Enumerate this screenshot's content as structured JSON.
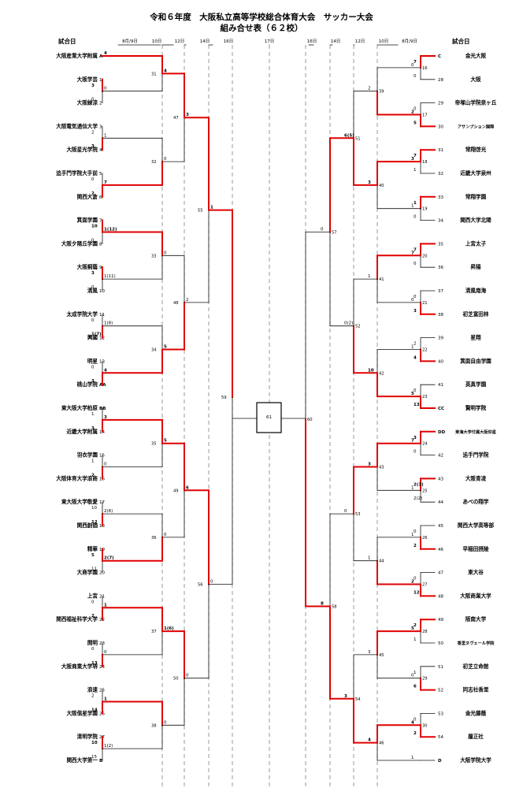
{
  "title": "令和６年度　大阪私立高等学校総合体育大会　サッカー大会",
  "subtitle": "組み合せ表（６２校）",
  "header_left": "試合日",
  "header_right": "試合日",
  "dates_left": [
    "8月/9日",
    "10日",
    "12日",
    "14日",
    "16日"
  ],
  "date_center": "17日",
  "dates_right": [
    "16日",
    "14日",
    "12日",
    "10日",
    "8月/9日"
  ],
  "final_match_no": "61",
  "colors": {
    "line": "#111111",
    "winner": "#e00000"
  },
  "left_teams": [
    {
      "seed": "A",
      "name": "大阪産業大学附属"
    },
    {
      "seed": "1",
      "name": "大阪学芸"
    },
    {
      "seed": "2",
      "name": "大阪緑涼"
    },
    {
      "seed": "3",
      "name": "大阪電気通信大学"
    },
    {
      "seed": "4",
      "name": "大阪星光学院"
    },
    {
      "seed": "5",
      "name": "追手門学院大手前"
    },
    {
      "seed": "6",
      "name": "関西大倉"
    },
    {
      "seed": "7",
      "name": "箕面学園"
    },
    {
      "seed": "8",
      "name": "大阪夕陽丘学園"
    },
    {
      "seed": "9",
      "name": "大阪桐蔭"
    },
    {
      "seed": "10",
      "name": "清風"
    },
    {
      "seed": "11",
      "name": "太成学院大学"
    },
    {
      "seed": "12",
      "name": "興國"
    },
    {
      "seed": "13",
      "name": "明星"
    },
    {
      "seed": "AA",
      "name": "桃山学院"
    },
    {
      "seed": "BB",
      "name": "東大阪大学柏原"
    },
    {
      "seed": "14",
      "name": "近畿大学附属"
    },
    {
      "seed": "15",
      "name": "羽衣学園"
    },
    {
      "seed": "16",
      "name": "大阪体育大学浪商"
    },
    {
      "seed": "17",
      "name": "東大阪大学敬愛"
    },
    {
      "seed": "18",
      "name": "関西創価"
    },
    {
      "seed": "19",
      "name": "精華"
    },
    {
      "seed": "20",
      "name": "大商学園"
    },
    {
      "seed": "21",
      "name": "上宮"
    },
    {
      "seed": "22",
      "name": "関西福祉科学大学"
    },
    {
      "seed": "23",
      "name": "開明"
    },
    {
      "seed": "24",
      "name": "大阪商業大学堺"
    },
    {
      "seed": "25",
      "name": "浪速"
    },
    {
      "seed": "26",
      "name": "大阪偕星学園"
    },
    {
      "seed": "27",
      "name": "清明学院"
    },
    {
      "seed": "B",
      "name": "関西大学第一"
    }
  ],
  "right_teams": [
    {
      "seed": "C",
      "name": "金光大阪"
    },
    {
      "seed": "28",
      "name": "大阪"
    },
    {
      "seed": "29",
      "name": "帝塚山学院泉ヶ丘"
    },
    {
      "seed": "30",
      "name": "アサンプション国際"
    },
    {
      "seed": "31",
      "name": "常翔啓光"
    },
    {
      "seed": "32",
      "name": "近畿大学泉州"
    },
    {
      "seed": "33",
      "name": "常翔学園"
    },
    {
      "seed": "34",
      "name": "関西大学北陽"
    },
    {
      "seed": "35",
      "name": "上宮太子"
    },
    {
      "seed": "36",
      "name": "昇陽"
    },
    {
      "seed": "37",
      "name": "清風南海"
    },
    {
      "seed": "38",
      "name": "初芝富田林"
    },
    {
      "seed": "39",
      "name": "星翔"
    },
    {
      "seed": "40",
      "name": "箕面自由学園"
    },
    {
      "seed": "41",
      "name": "英真学園"
    },
    {
      "seed": "CC",
      "name": "賢明学院"
    },
    {
      "seed": "DD",
      "name": "東海大学付属大阪仰星"
    },
    {
      "seed": "42",
      "name": "追手門学院"
    },
    {
      "seed": "43",
      "name": "大阪青凌"
    },
    {
      "seed": "44",
      "name": "あべの翔学"
    },
    {
      "seed": "45",
      "name": "関西大学高等部"
    },
    {
      "seed": "46",
      "name": "早稲田摂陵"
    },
    {
      "seed": "47",
      "name": "東大谷"
    },
    {
      "seed": "48",
      "name": "大阪商業大学"
    },
    {
      "seed": "49",
      "name": "阪南大学"
    },
    {
      "seed": "50",
      "name": "香里ヌヴェール学院"
    },
    {
      "seed": "51",
      "name": "初芝立命館"
    },
    {
      "seed": "52",
      "name": "同志社香里"
    },
    {
      "seed": "53",
      "name": "金光藤蔭"
    },
    {
      "seed": "54",
      "name": "履正社"
    },
    {
      "seed": "D",
      "name": "大阪学院大学"
    }
  ],
  "left_rounds": [
    [
      {
        "no": "",
        "top": "",
        "bot": "",
        "win": "top"
      },
      {
        "no": "",
        "top": "3",
        "bot": "0",
        "win": "top"
      },
      {
        "no": "",
        "top": "2",
        "bot": "3",
        "win": "bot"
      },
      {
        "no": "",
        "top": "0",
        "bot": "2",
        "win": "bot"
      },
      {
        "no": "",
        "top": "10",
        "bot": "0",
        "win": "top"
      },
      {
        "no": "",
        "top": "3",
        "bot": "0",
        "win": "top"
      },
      {
        "no": "",
        "top": "0",
        "bot": "1(7)",
        "win": "bot"
      },
      {
        "no": "",
        "top": "0",
        "bot": "3",
        "win": "bot"
      },
      {
        "no": "",
        "top": "1",
        "bot": "3",
        "win": "bot"
      },
      {
        "no": "",
        "top": "1",
        "bot": "2",
        "win": "bot"
      },
      {
        "no": "",
        "top": "10",
        "bot": "12",
        "win": "bot"
      },
      {
        "no": "",
        "top": "5",
        "bot": "11",
        "win": "top"
      },
      {
        "no": "",
        "top": "0",
        "bot": "2",
        "win": "bot"
      },
      {
        "no": "",
        "top": "0",
        "bot": "13",
        "win": "bot"
      },
      {
        "no": "",
        "top": "2",
        "bot": "14",
        "win": "bot"
      },
      {
        "no": "",
        "top": "10",
        "bot": "15",
        "win": "top"
      }
    ],
    [
      {
        "no": "31",
        "top": "4",
        "bot": "0",
        "win": "top"
      },
      {
        "no": "32",
        "top": "1",
        "bot": "7",
        "win": "bot"
      },
      {
        "no": "33",
        "top": "1(12)",
        "bot": "1(11)",
        "win": "top"
      },
      {
        "no": "34",
        "top": "1(8)",
        "bot": "4",
        "win": "bot"
      },
      {
        "no": "35",
        "top": "3",
        "bot": "0",
        "win": "top"
      },
      {
        "no": "36",
        "top": "2(6)",
        "bot": "2(7)",
        "win": "bot"
      },
      {
        "no": "37",
        "top": "1",
        "bot": "0",
        "win": "top"
      },
      {
        "no": "38",
        "top": "1",
        "bot": "1(2)",
        "win": "top"
      }
    ],
    [
      {
        "no": "47",
        "top": "4",
        "bot": "0",
        "win": "top"
      },
      {
        "no": "48",
        "top": "0",
        "bot": "5",
        "win": "bot"
      },
      {
        "no": "49",
        "top": "5",
        "bot": "0",
        "win": "top"
      },
      {
        "no": "50",
        "top": "1(6)",
        "bot": "0",
        "win": "top"
      }
    ],
    [
      {
        "no": "55",
        "top": "3",
        "bot": "2",
        "win": "top"
      },
      {
        "no": "56",
        "top": "6",
        "bot": "0",
        "win": "top"
      }
    ],
    [
      {
        "no": "59",
        "top": "1",
        "bot": "0",
        "win": "top"
      }
    ]
  ],
  "right_rounds": [
    [
      {
        "no": "16",
        "top": "7",
        "bot": "0",
        "win": "top"
      },
      {
        "no": "17",
        "top": "0",
        "bot": "5",
        "win": "bot"
      },
      {
        "no": "18",
        "top": "7",
        "bot": "1",
        "win": "top"
      },
      {
        "no": "19",
        "top": "1",
        "bot": "0",
        "win": "top"
      },
      {
        "no": "20",
        "top": "7",
        "bot": "0",
        "win": "top"
      },
      {
        "no": "21",
        "top": "0",
        "bot": "3",
        "win": "bot"
      },
      {
        "no": "22",
        "top": "2",
        "bot": "4",
        "win": "bot"
      },
      {
        "no": "23",
        "top": "0",
        "bot": "13",
        "win": "bot"
      },
      {
        "no": "24",
        "top": "3",
        "bot": "0",
        "win": "top"
      },
      {
        "no": "25",
        "top": "2(3)",
        "bot": "2(2)",
        "win": "top"
      },
      {
        "no": "26",
        "top": "0",
        "bot": "2",
        "win": "bot"
      },
      {
        "no": "27",
        "top": "0",
        "bot": "12",
        "win": "bot"
      },
      {
        "no": "28",
        "top": "2",
        "bot": "1",
        "win": "top"
      },
      {
        "no": "29",
        "top": "1",
        "bot": "6",
        "win": "bot"
      },
      {
        "no": "30",
        "top": "0",
        "bot": "2",
        "win": "bot"
      },
      {
        "no": "",
        "top": "",
        "bot": "",
        "win": "bot"
      }
    ],
    [
      {
        "no": "39",
        "top": "0",
        "bot": "2",
        "win": "bot"
      },
      {
        "no": "40",
        "top": "3",
        "bot": "1",
        "win": "top"
      },
      {
        "no": "41",
        "top": "7",
        "bot": "0",
        "win": "top"
      },
      {
        "no": "42",
        "top": "1",
        "bot": "5",
        "win": "bot"
      },
      {
        "no": "43",
        "top": "7",
        "bot": "1",
        "win": "top"
      },
      {
        "no": "44",
        "top": "1",
        "bot": "2",
        "win": "bot"
      },
      {
        "no": "45",
        "top": "5",
        "bot": "0",
        "win": "top"
      },
      {
        "no": "46",
        "top": "4",
        "bot": "1",
        "win": "top"
      }
    ],
    [
      {
        "no": "51",
        "top": "2",
        "bot": "3",
        "win": "bot"
      },
      {
        "no": "52",
        "top": "1",
        "bot": "10",
        "win": "bot"
      },
      {
        "no": "53",
        "top": "3",
        "bot": "1",
        "win": "top"
      },
      {
        "no": "54",
        "top": "3",
        "bot": "4",
        "win": "bot"
      }
    ],
    [
      {
        "no": "57",
        "top": "6(5)",
        "bot": "0(2)",
        "win": "top"
      },
      {
        "no": "58",
        "top": "0",
        "bot": "3",
        "win": "bot"
      }
    ],
    [
      {
        "no": "60",
        "top": "0",
        "bot": "8",
        "win": "bot"
      }
    ]
  ]
}
